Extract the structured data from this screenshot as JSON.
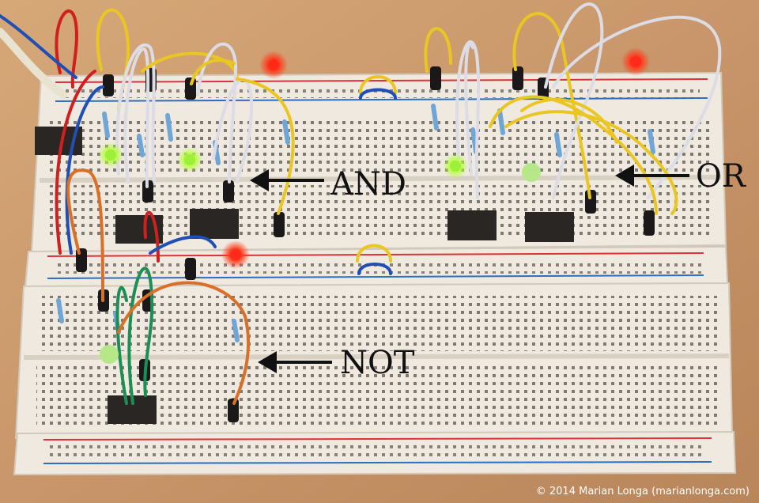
{
  "labels": {
    "and": "AND",
    "or": "OR",
    "not": "NOT"
  },
  "credit": "© 2014 Marian Longa (marianlonga.com)",
  "colors": {
    "table": "#c99a6b",
    "breadboard": "#f2ede4",
    "rail_red": "#d9343a",
    "rail_blue": "#2b6fc2",
    "wire_yellow": "#e9c622",
    "wire_white": "#dcdce6",
    "wire_red": "#d01f1f",
    "wire_blue": "#1f4fb5",
    "wire_orange": "#d9702a",
    "wire_green": "#1b8f56",
    "led_red": "#ff2a1a",
    "led_green": "#9df03a"
  }
}
